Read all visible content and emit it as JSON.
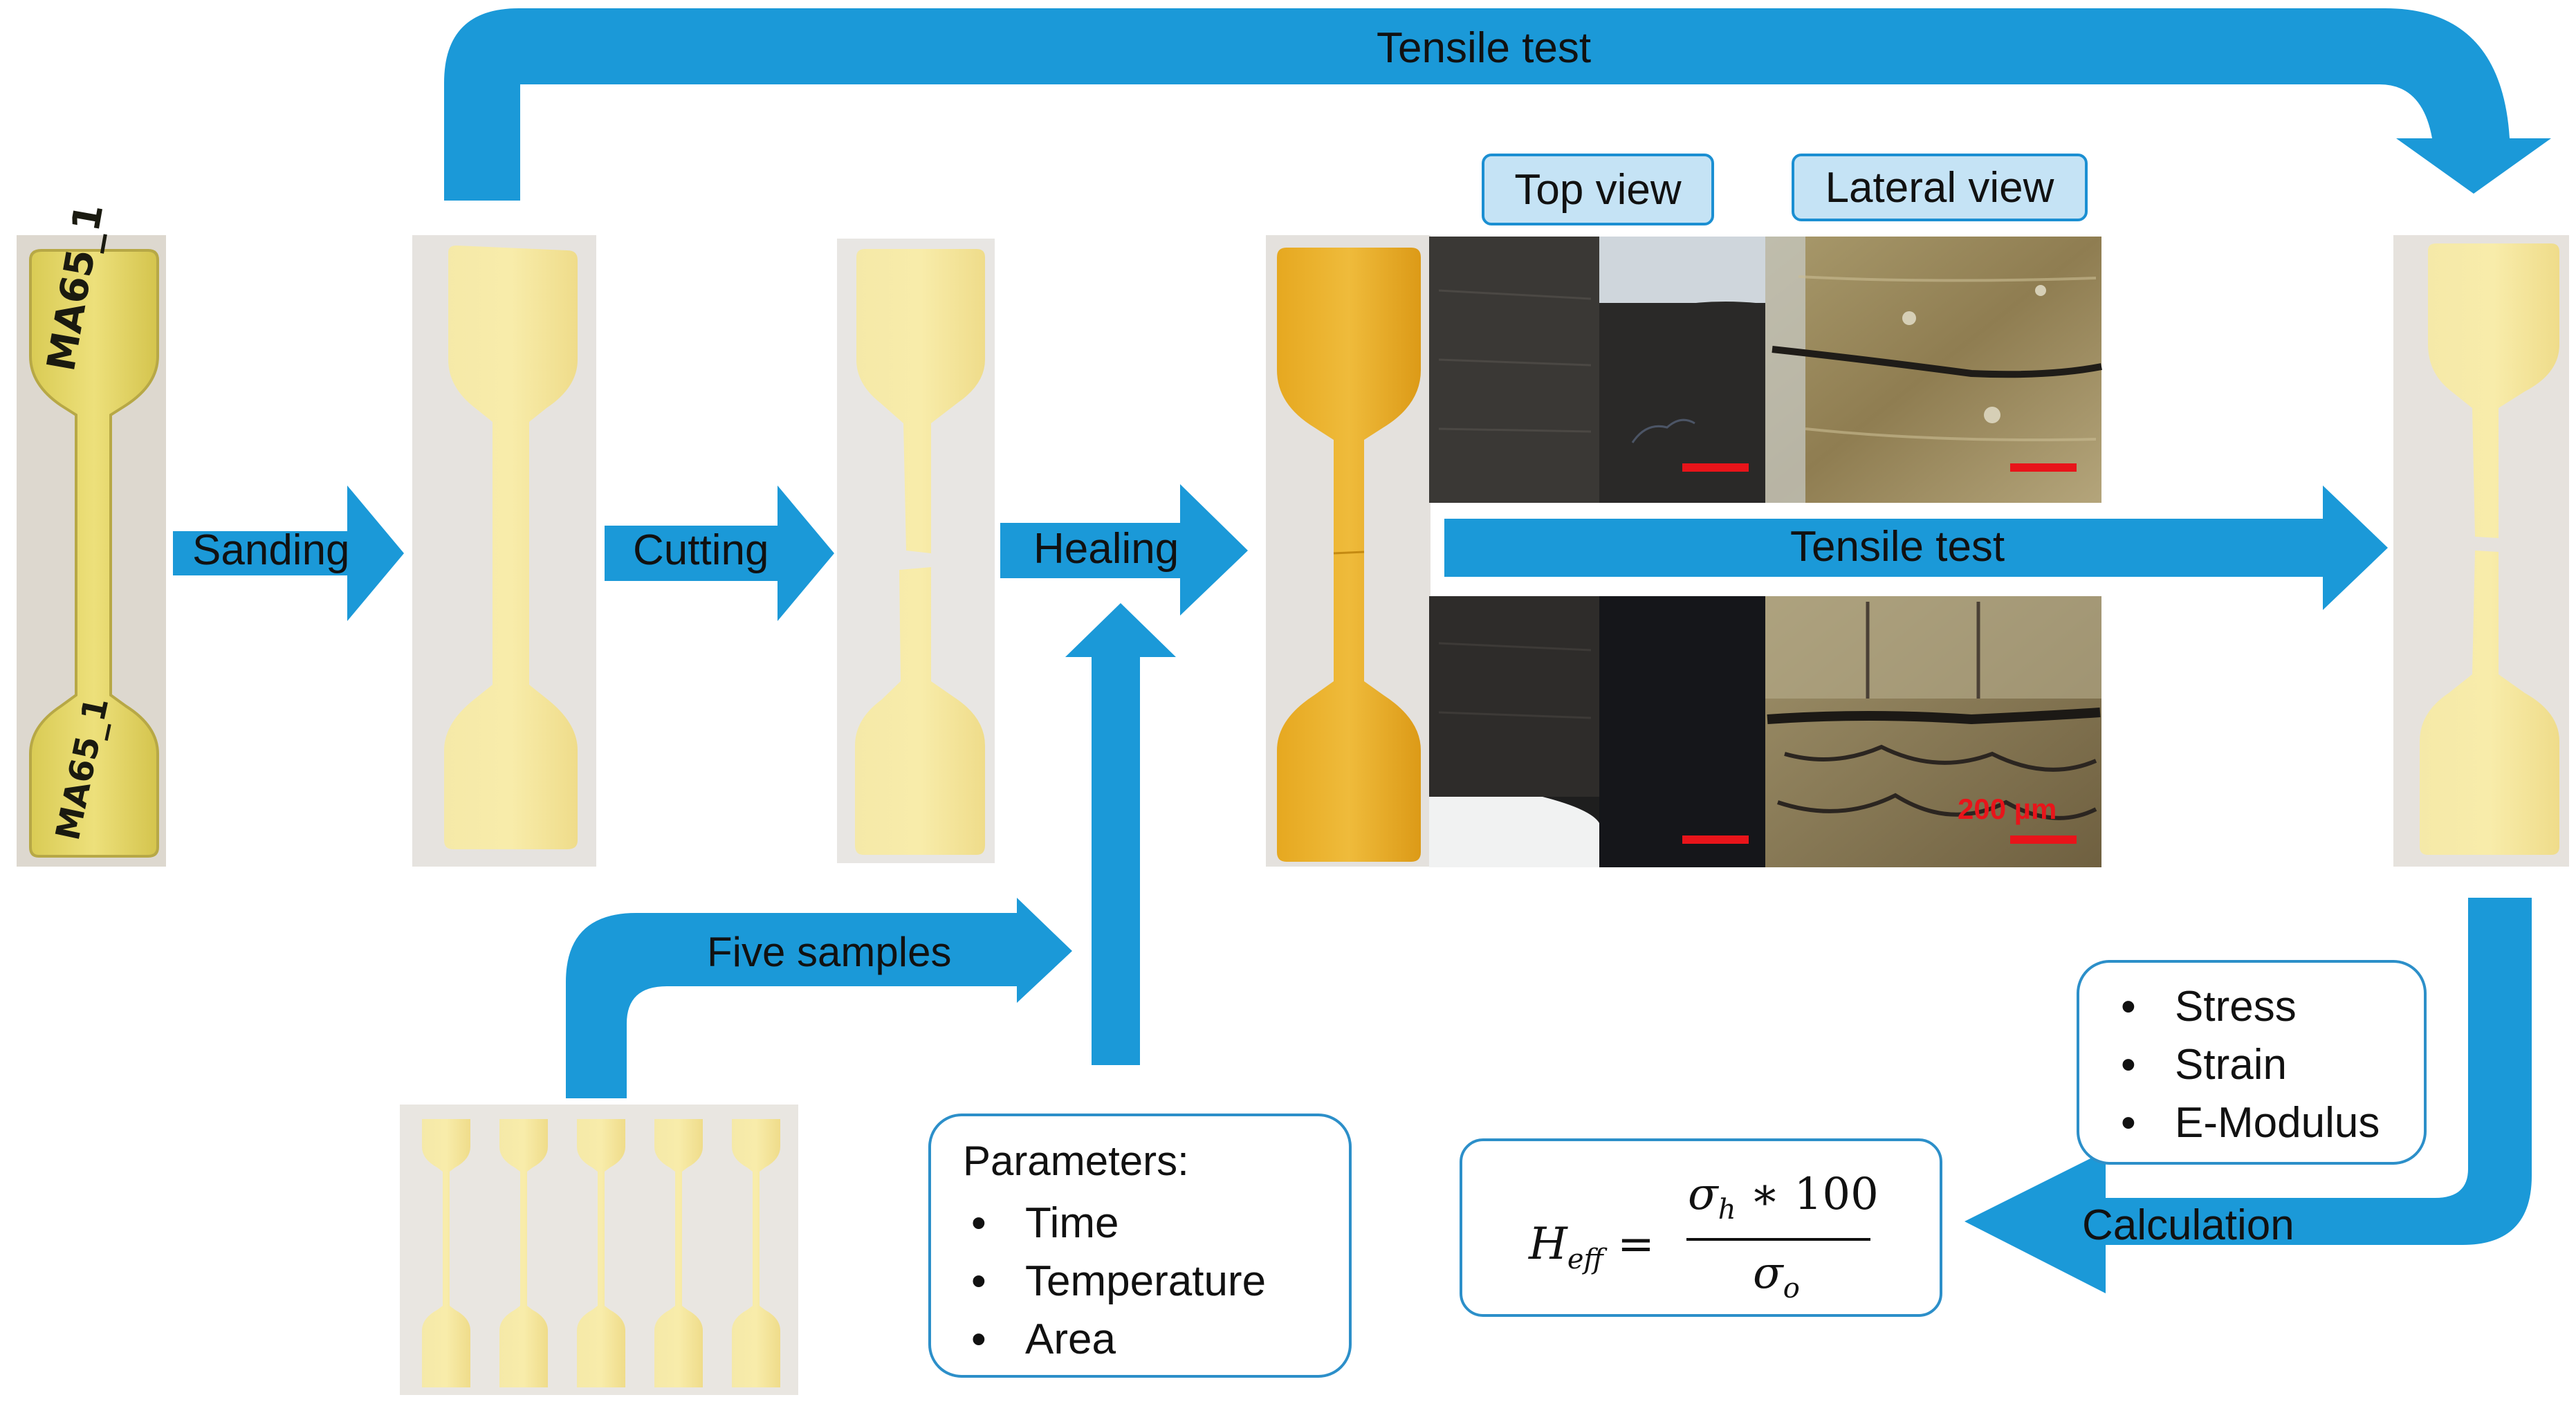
{
  "arrows": {
    "top_tensile": "Tensile test",
    "sanding": "Sanding",
    "cutting": "Cutting",
    "healing": "Healing",
    "middle_tensile": "Tensile test",
    "five_samples": "Five samples",
    "calculation": "Calculation"
  },
  "microscopy": {
    "top_view": "Top view",
    "lateral_view": "Lateral view",
    "scale_bar": "200 µm"
  },
  "specimens": {
    "original_mark_top": "MA65_1",
    "original_mark_bottom": "MA65_1"
  },
  "parameters_box": {
    "title": "Parameters:",
    "items": [
      "Time",
      "Temperature",
      "Area"
    ]
  },
  "results_box": {
    "items": [
      "Stress",
      "Strain",
      "E-Modulus"
    ]
  },
  "formula": {
    "lhs": "H",
    "lhs_sub": "eff",
    "numerator": "σ",
    "numerator_sub": "h",
    "numerator_rest": " ∗ 100",
    "denominator": "σ",
    "denominator_sub": "o"
  },
  "colors": {
    "arrow": "#1b99d8",
    "specimen_clear": "#f3e39a",
    "specimen_healed": "#e4aa25",
    "photo_bg": "#e8e4de",
    "scale_bar": "#e8141a"
  }
}
